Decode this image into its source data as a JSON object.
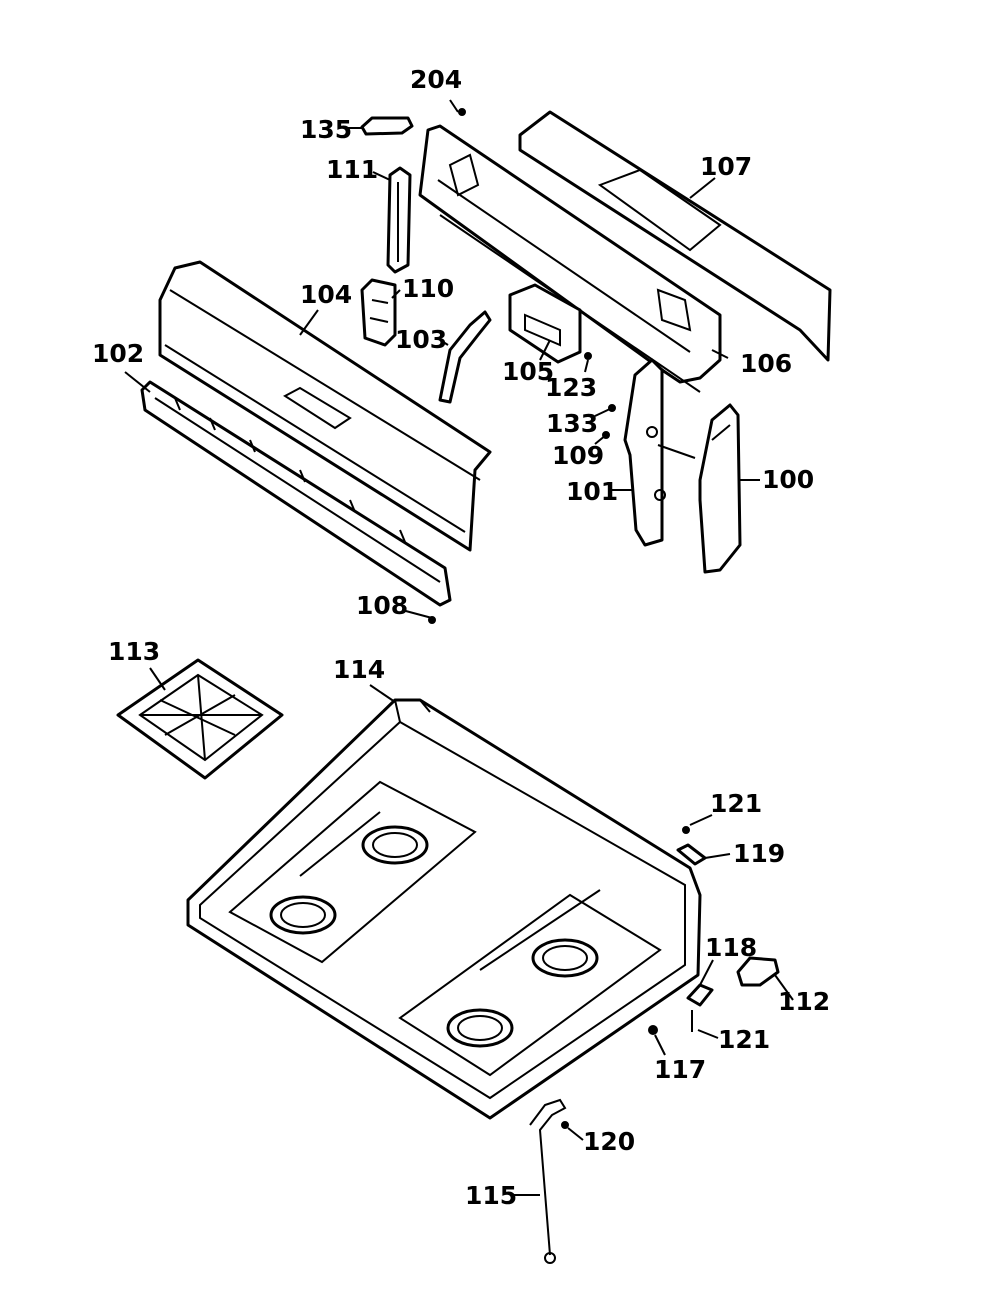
{
  "parts": [
    {
      "id": "p204",
      "label": "204"
    },
    {
      "id": "p135",
      "label": "135"
    },
    {
      "id": "p111",
      "label": "111"
    },
    {
      "id": "p107",
      "label": "107"
    },
    {
      "id": "p104",
      "label": "104"
    },
    {
      "id": "p110",
      "label": "110"
    },
    {
      "id": "p102",
      "label": "102"
    },
    {
      "id": "p103",
      "label": "103"
    },
    {
      "id": "p105",
      "label": "105"
    },
    {
      "id": "p123",
      "label": "123"
    },
    {
      "id": "p106",
      "label": "106"
    },
    {
      "id": "p133",
      "label": "133"
    },
    {
      "id": "p109",
      "label": "109"
    },
    {
      "id": "p101",
      "label": "101"
    },
    {
      "id": "p100",
      "label": "100"
    },
    {
      "id": "p108",
      "label": "108"
    },
    {
      "id": "p113",
      "label": "113"
    },
    {
      "id": "p114",
      "label": "114"
    },
    {
      "id": "p121a",
      "label": "121"
    },
    {
      "id": "p119",
      "label": "119"
    },
    {
      "id": "p118",
      "label": "118"
    },
    {
      "id": "p112",
      "label": "112"
    },
    {
      "id": "p121b",
      "label": "121"
    },
    {
      "id": "p117",
      "label": "117"
    },
    {
      "id": "p120",
      "label": "120"
    },
    {
      "id": "p115",
      "label": "115"
    }
  ]
}
